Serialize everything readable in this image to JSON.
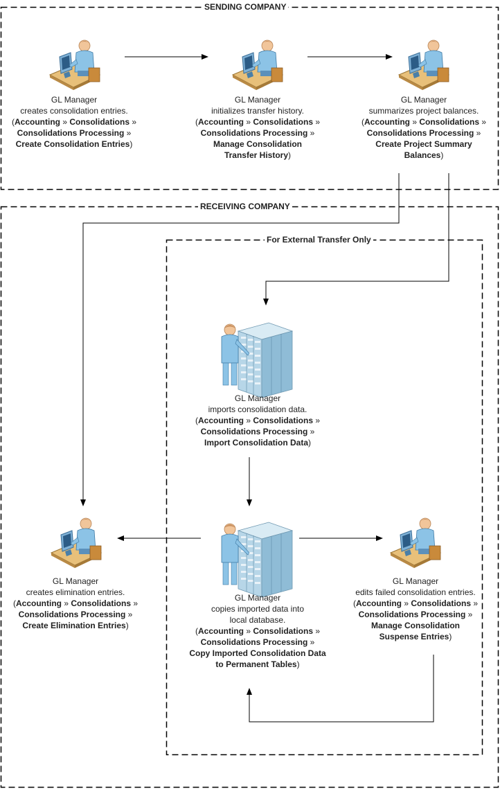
{
  "regions": {
    "sending": "SENDING COMPANY",
    "receiving": "RECEIVING COMPANY",
    "external": "For External Transfer Only"
  },
  "nodes": [
    {
      "id": "create-consolidation-entries",
      "icon": "user-at-workstation-icon",
      "lines": [
        [
          {
            "t": "GL Manager"
          }
        ],
        [
          {
            "t": "creates consolidation entries."
          }
        ],
        [
          {
            "t": "("
          },
          {
            "t": "Accounting",
            "b": true
          },
          {
            "t": " » "
          },
          {
            "t": "Consolidations",
            "b": true
          },
          {
            "t": " »"
          }
        ],
        [
          {
            "t": "Consolidations Processing",
            "b": true
          },
          {
            "t": " »"
          }
        ],
        [
          {
            "t": "Create Consolidation Entries",
            "b": true
          },
          {
            "t": ")"
          }
        ]
      ]
    },
    {
      "id": "initialize-transfer-history",
      "icon": "user-at-workstation-icon",
      "lines": [
        [
          {
            "t": "GL Manager"
          }
        ],
        [
          {
            "t": "initializes transfer history."
          }
        ],
        [
          {
            "t": "("
          },
          {
            "t": "Accounting",
            "b": true
          },
          {
            "t": " » "
          },
          {
            "t": "Consolidations",
            "b": true
          },
          {
            "t": " »"
          }
        ],
        [
          {
            "t": "Consolidations Processing",
            "b": true
          },
          {
            "t": " »"
          }
        ],
        [
          {
            "t": "Manage Consolidation",
            "b": true
          }
        ],
        [
          {
            "t": "Transfer History",
            "b": true
          },
          {
            "t": ")"
          }
        ]
      ]
    },
    {
      "id": "summarize-project-balances",
      "icon": "user-at-workstation-icon",
      "lines": [
        [
          {
            "t": "GL Manager"
          }
        ],
        [
          {
            "t": "summarizes project balances."
          }
        ],
        [
          {
            "t": "("
          },
          {
            "t": "Accounting",
            "b": true
          },
          {
            "t": " » "
          },
          {
            "t": "Consolidations",
            "b": true
          },
          {
            "t": " »"
          }
        ],
        [
          {
            "t": "Consolidations Processing",
            "b": true
          },
          {
            "t": " »"
          }
        ],
        [
          {
            "t": "Create Project Summary",
            "b": true
          }
        ],
        [
          {
            "t": "Balances",
            "b": true
          },
          {
            "t": ")"
          }
        ]
      ]
    },
    {
      "id": "import-consolidation-data",
      "icon": "user-at-server-rack-icon",
      "lines": [
        [
          {
            "t": "GL Manager"
          }
        ],
        [
          {
            "t": "imports consolidation data."
          }
        ],
        [
          {
            "t": "("
          },
          {
            "t": "Accounting",
            "b": true
          },
          {
            "t": " » "
          },
          {
            "t": "Consolidations",
            "b": true
          },
          {
            "t": " »"
          }
        ],
        [
          {
            "t": "Consolidations Processing",
            "b": true
          },
          {
            "t": " »"
          }
        ],
        [
          {
            "t": "Import Consolidation Data",
            "b": true
          },
          {
            "t": ")"
          }
        ]
      ]
    },
    {
      "id": "create-elimination-entries",
      "icon": "user-at-workstation-icon",
      "lines": [
        [
          {
            "t": "GL Manager"
          }
        ],
        [
          {
            "t": "creates elimination entries."
          }
        ],
        [
          {
            "t": "("
          },
          {
            "t": "Accounting",
            "b": true
          },
          {
            "t": " » "
          },
          {
            "t": "Consolidations",
            "b": true
          },
          {
            "t": " »"
          }
        ],
        [
          {
            "t": "Consolidations Processing",
            "b": true
          },
          {
            "t": " »"
          }
        ],
        [
          {
            "t": "Create Elimination Entries",
            "b": true
          },
          {
            "t": ")"
          }
        ]
      ]
    },
    {
      "id": "copy-imported-data",
      "icon": "user-at-server-rack-icon",
      "lines": [
        [
          {
            "t": "GL Manager"
          }
        ],
        [
          {
            "t": "copies imported data into"
          }
        ],
        [
          {
            "t": "local database."
          }
        ],
        [
          {
            "t": "("
          },
          {
            "t": "Accounting",
            "b": true
          },
          {
            "t": " » "
          },
          {
            "t": "Consolidations",
            "b": true
          },
          {
            "t": " »"
          }
        ],
        [
          {
            "t": "Consolidations Processing",
            "b": true
          },
          {
            "t": " »"
          }
        ],
        [
          {
            "t": "Copy Imported Consolidation Data",
            "b": true
          }
        ],
        [
          {
            "t": "to Permanent Tables",
            "b": true
          },
          {
            "t": ")"
          }
        ]
      ]
    },
    {
      "id": "edit-failed-entries",
      "icon": "user-at-workstation-icon",
      "lines": [
        [
          {
            "t": "GL Manager"
          }
        ],
        [
          {
            "t": "edits failed consolidation entries."
          }
        ],
        [
          {
            "t": "("
          },
          {
            "t": "Accounting",
            "b": true
          },
          {
            "t": " » "
          },
          {
            "t": "Consolidations",
            "b": true
          },
          {
            "t": " »"
          }
        ],
        [
          {
            "t": "Consolidations Processing",
            "b": true
          },
          {
            "t": " »"
          }
        ],
        [
          {
            "t": "Manage Consolidation",
            "b": true
          }
        ],
        [
          {
            "t": "Suspense Entries",
            "b": true
          },
          {
            "t": ")"
          }
        ]
      ]
    }
  ]
}
